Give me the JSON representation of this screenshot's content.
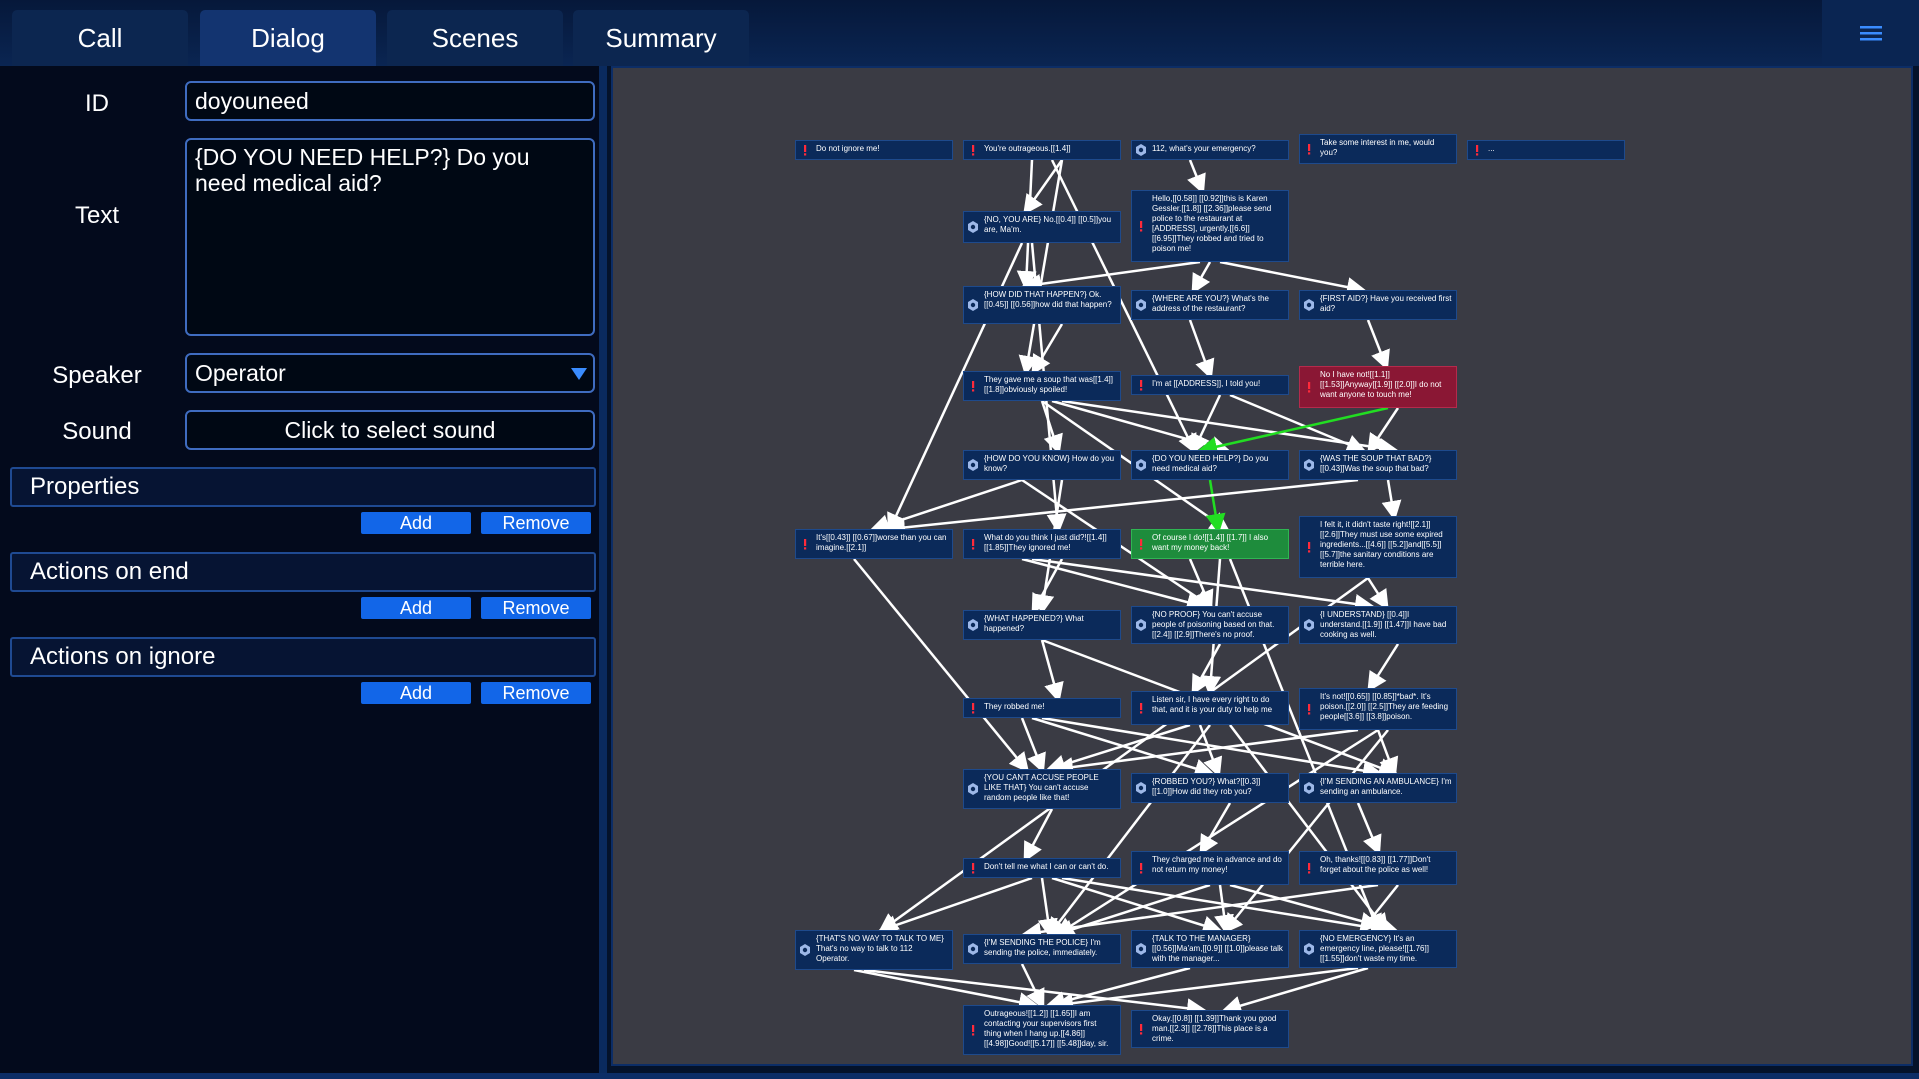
{
  "tabs": [
    {
      "label": "Call"
    },
    {
      "label": "Dialog"
    },
    {
      "label": "Scenes"
    },
    {
      "label": "Summary"
    }
  ],
  "form": {
    "id_label": "ID",
    "id_value": "doyouneed",
    "text_label": "Text",
    "text_value": "{DO YOU NEED HELP?} Do you need medical aid?",
    "speaker_label": "Speaker",
    "speaker_value": "Operator",
    "sound_label": "Sound",
    "sound_button": "Click to select sound"
  },
  "sections": [
    {
      "title": "Properties",
      "add": "Add",
      "remove": "Remove"
    },
    {
      "title": "Actions on end",
      "add": "Add",
      "remove": "Remove"
    },
    {
      "title": "Actions on ignore",
      "add": "Add",
      "remove": "Remove"
    }
  ],
  "colors": {
    "node_operator": "#0b2a5a",
    "node_selected": "#1e8c3c",
    "node_highlight": "#8a1734",
    "edge": "#ffffff",
    "edge_active": "#22dd22",
    "accent": "#1266e8"
  },
  "graph": {
    "nodes": [
      {
        "id": "n1",
        "type": "caller",
        "text": "Do not ignore me!"
      },
      {
        "id": "n2",
        "type": "caller",
        "text": "You're outrageous.[[1.4]]"
      },
      {
        "id": "n3",
        "type": "operator",
        "text": "112, what's your emergency?"
      },
      {
        "id": "n4",
        "type": "caller",
        "text": "Take some interest in me, would you?"
      },
      {
        "id": "n5",
        "type": "caller",
        "text": "..."
      },
      {
        "id": "n6",
        "type": "operator",
        "text": "{NO, YOU ARE} No.[[0.4]] [[0.5]]you are, Ma'm."
      },
      {
        "id": "n7",
        "type": "caller",
        "text": "Hello,[[0.58]] [[0.92]]this is Karen Gessler.[[1.8]] [[2.36]]please send police to the restaurant at [ADDRESS], urgently.[[6.6]] [[6.95]]They robbed and tried to poison me!"
      },
      {
        "id": "n8",
        "type": "operator",
        "text": "{HOW DID THAT HAPPEN?} Ok.[[0.45]] [[0.56]]how did that happen?"
      },
      {
        "id": "n9",
        "type": "operator",
        "text": "{WHERE ARE YOU?} What's the address of the restaurant?"
      },
      {
        "id": "n10",
        "type": "operator",
        "text": "{FIRST AID?} Have you received first aid?"
      },
      {
        "id": "n11",
        "type": "caller",
        "text": "They gave me a soup that was[[1.4]] [[1.8]]obviously spoiled!"
      },
      {
        "id": "n12",
        "type": "caller",
        "text": "I'm at [[ADDRESS]], I told you!"
      },
      {
        "id": "n13",
        "type": "caller",
        "highlight": "red",
        "text": "No I have not![[1.1]] [[1.53]]Anyway[[1.9]] [[2.0]]I do not want anyone to touch me!"
      },
      {
        "id": "n14",
        "type": "operator",
        "text": "{HOW DO YOU KNOW} How do you know?"
      },
      {
        "id": "n15",
        "type": "operator",
        "text": "{DO YOU NEED HELP?} Do you need medical aid?"
      },
      {
        "id": "n16",
        "type": "operator",
        "text": "{WAS THE SOUP THAT BAD?} [[0.43]]Was the soup that bad?"
      },
      {
        "id": "n17",
        "type": "caller",
        "text": "It's[[0.43]] [[0.67]]worse than you can imagine.[[2.1]]"
      },
      {
        "id": "n18",
        "type": "caller",
        "text": "What do you think I just did?![[1.4]] [[1.85]]They ignored me!"
      },
      {
        "id": "n19",
        "type": "caller",
        "highlight": "green",
        "text": "Of course I do![[1.4]] [[1.7]] I also want my money back!"
      },
      {
        "id": "n20",
        "type": "caller",
        "text": "I felt it, it didn't taste right![[2.1]] [[2.6]]They must use some expired ingredients...[[4.6]] [[5.2]]and[[5.5]] [[5.7]]the sanitary conditions are terrible here."
      },
      {
        "id": "n21",
        "type": "operator",
        "text": "{WHAT HAPPENED?} What happened?"
      },
      {
        "id": "n22",
        "type": "operator",
        "text": "{NO PROOF} You can't accuse people of poisoning based on that.[[2.4]] [[2.9]]There's no proof."
      },
      {
        "id": "n23",
        "type": "operator",
        "text": "{I UNDERSTAND} [[0.4]]I understand.[[1.9]] [[1.47]]I have bad cooking as well."
      },
      {
        "id": "n24",
        "type": "caller",
        "text": "They robbed me!"
      },
      {
        "id": "n25",
        "type": "caller",
        "text": "Listen sir, I have every right to do that, and it is your duty to help me"
      },
      {
        "id": "n26",
        "type": "caller",
        "text": "It's not![[0.65]] [[0.85]]*bad*. It's poison.[[2.0]] [[2.5]]They are feeding people[[3.6]] [[3.8]]poison."
      },
      {
        "id": "n27",
        "type": "operator",
        "text": "{YOU CAN'T ACCUSE PEOPLE LIKE THAT} You can't accuse random people like that!"
      },
      {
        "id": "n28",
        "type": "operator",
        "text": "{ROBBED YOU?} What?[[0.3]] [[1.0]]How did they rob you?"
      },
      {
        "id": "n29",
        "type": "operator",
        "text": "{I'M SENDING AN AMBULANCE} I'm sending an ambulance."
      },
      {
        "id": "n30",
        "type": "caller",
        "text": "Don't tell me what I can or can't do."
      },
      {
        "id": "n31",
        "type": "caller",
        "text": "They charged me in advance and do not return my money!"
      },
      {
        "id": "n32",
        "type": "caller",
        "text": "Oh, thanks![[0.83]] [[1.77]]Don't forget about the police as well!"
      },
      {
        "id": "n33",
        "type": "operator",
        "text": "{THAT'S NO WAY TO TALK TO ME} That's no way to talk to 112 Operator."
      },
      {
        "id": "n34",
        "type": "operator",
        "text": "{I'M SENDING THE POLICE} I'm sending the police, immediately."
      },
      {
        "id": "n35",
        "type": "operator",
        "text": "{TALK TO THE MANAGER} [[0.56]]Ma'am,[[0.9]] [[1.0]]please talk with the manager..."
      },
      {
        "id": "n36",
        "type": "operator",
        "text": "{NO EMERGENCY} It's an emergency line, please![[1.76]] [[1.55]]don't waste my time."
      },
      {
        "id": "n37",
        "type": "caller",
        "text": "Outrageous![[1.2]] [[1.65]]I am contacting your supervisors first thing when I hang up.[[4.86]] [[4.98]]Good![[5.17]] [[5.48]]day, sir."
      },
      {
        "id": "n38",
        "type": "caller",
        "text": "Okay.[[0.8]] [[1.39]]Thank you good man.[[2.3]] [[2.78]]This place is a crime."
      }
    ]
  }
}
